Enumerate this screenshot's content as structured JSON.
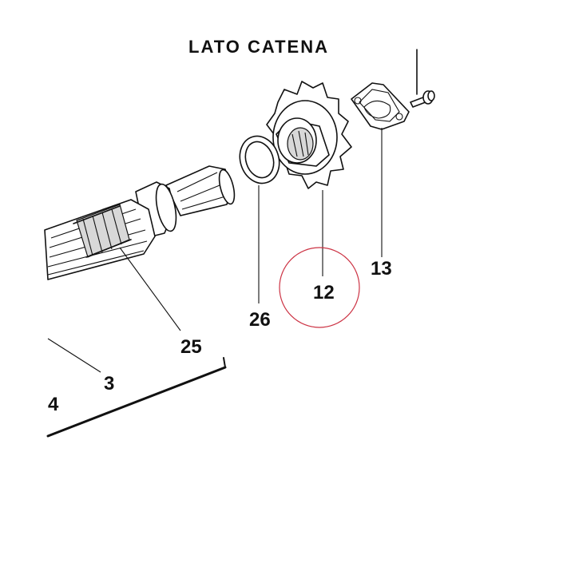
{
  "diagram": {
    "header_text": "LATO CATENA",
    "callouts": {
      "c12": "12",
      "c13": "13",
      "c25": "25",
      "c26": "26",
      "c3": "3",
      "c4": "4"
    },
    "colors": {
      "ink": "#111111",
      "highlight_circle": "#cc3344",
      "background": "#ffffff"
    }
  }
}
